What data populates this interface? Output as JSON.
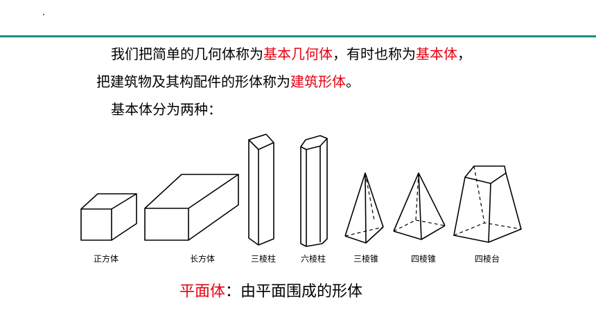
{
  "colors": {
    "accent": "#138f7c",
    "highlight": "#e60012"
  },
  "paragraphs": {
    "p1": {
      "a": "我们把简单的几何体称为",
      "b": "基本几何体",
      "c": "，有时也称为",
      "d": "基本体",
      "e": "，"
    },
    "p2": {
      "a": "把建筑物及其构配件的形体称为",
      "b": "建筑形体",
      "c": "。"
    },
    "p3": {
      "a": "基本体分为两种："
    }
  },
  "shapes": [
    {
      "name": "cube",
      "label": "正方体"
    },
    {
      "name": "cuboid",
      "label": "长方体"
    },
    {
      "name": "triangular-prism",
      "label": "三棱柱"
    },
    {
      "name": "hexagonal-prism",
      "label": "六棱柱"
    },
    {
      "name": "triangular-pyramid",
      "label": "三棱锥"
    },
    {
      "name": "square-pyramid",
      "label": "四棱锥"
    },
    {
      "name": "square-frustum",
      "label": "四棱台"
    }
  ],
  "bottom": {
    "term": "平面体",
    "definition": "：由平面围成的形体"
  }
}
